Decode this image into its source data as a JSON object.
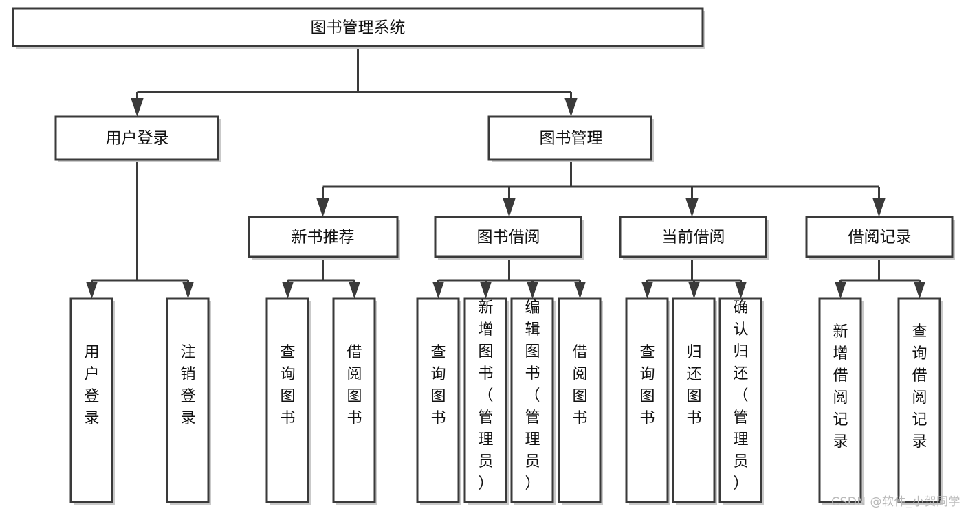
{
  "diagram": {
    "type": "tree-hierarchy",
    "title": "图书管理系统",
    "watermark": "CSDN @软件_小贺同学",
    "colors": {
      "box_border": "#3a3a3a",
      "box_fill": "#ffffff",
      "box_shadow": "#c9c9c9",
      "text": "#111111",
      "background": "#ffffff",
      "watermark": "#b9b9b9"
    },
    "root": {
      "id": "root",
      "label": "图书管理系统",
      "orientation": "horizontal"
    },
    "level1": [
      {
        "id": "user-login",
        "label": "用户登录",
        "orientation": "horizontal"
      },
      {
        "id": "book-manage",
        "label": "图书管理",
        "orientation": "horizontal"
      }
    ],
    "level2": [
      {
        "id": "new-book-recommend",
        "label": "新书推荐",
        "parent": "book-manage",
        "orientation": "horizontal"
      },
      {
        "id": "book-borrow",
        "label": "图书借阅",
        "parent": "book-manage",
        "orientation": "horizontal"
      },
      {
        "id": "current-borrow",
        "label": "当前借阅",
        "parent": "book-manage",
        "orientation": "horizontal"
      },
      {
        "id": "borrow-record",
        "label": "借阅记录",
        "parent": "book-manage",
        "orientation": "horizontal"
      }
    ],
    "leaves": [
      {
        "id": "leaf-user-login",
        "label": "用户登录",
        "parent": "user-login",
        "orientation": "vertical"
      },
      {
        "id": "leaf-logout-login",
        "label": "注销登录",
        "parent": "user-login",
        "orientation": "vertical"
      },
      {
        "id": "leaf-query-book-1",
        "label": "查询图书",
        "parent": "new-book-recommend",
        "orientation": "vertical"
      },
      {
        "id": "leaf-borrow-book-1",
        "label": "借阅图书",
        "parent": "new-book-recommend",
        "orientation": "vertical"
      },
      {
        "id": "leaf-query-book-2",
        "label": "查询图书",
        "parent": "book-borrow",
        "orientation": "vertical"
      },
      {
        "id": "leaf-add-book",
        "label": "新增图书（管理员）",
        "parent": "book-borrow",
        "orientation": "vertical"
      },
      {
        "id": "leaf-edit-book",
        "label": "编辑图书（管理员）",
        "parent": "book-borrow",
        "orientation": "vertical"
      },
      {
        "id": "leaf-borrow-book-2",
        "label": "借阅图书",
        "parent": "book-borrow",
        "orientation": "vertical"
      },
      {
        "id": "leaf-query-book-3",
        "label": "查询图书",
        "parent": "current-borrow",
        "orientation": "vertical"
      },
      {
        "id": "leaf-return-book",
        "label": "归还图书",
        "parent": "current-borrow",
        "orientation": "vertical"
      },
      {
        "id": "leaf-confirm-return",
        "label": "确认归还（管理员）",
        "parent": "current-borrow",
        "orientation": "vertical"
      },
      {
        "id": "leaf-add-record",
        "label": "新增借阅记录",
        "parent": "borrow-record",
        "orientation": "vertical"
      },
      {
        "id": "leaf-query-record",
        "label": "查询借阅记录",
        "parent": "borrow-record",
        "orientation": "vertical"
      }
    ]
  }
}
